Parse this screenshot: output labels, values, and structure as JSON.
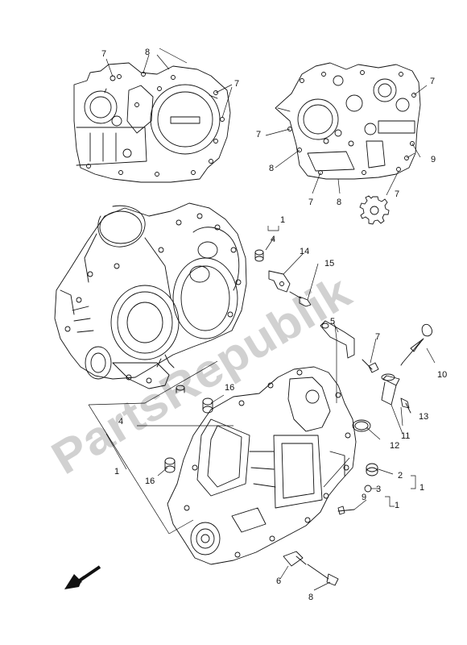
{
  "watermark": "PartsRepublik",
  "callouts": {
    "n1a": "1",
    "n1b": "1",
    "n1c": "1",
    "n1d": "1",
    "n2": "2",
    "n3": "3",
    "n4a": "4",
    "n4b": "4",
    "n5": "5",
    "n6": "6",
    "n7a": "7",
    "n7b": "7",
    "n7c": "7",
    "n7d": "7",
    "n7e": "7",
    "n7f": "7",
    "n7g": "7",
    "n8a": "8",
    "n8b": "8",
    "n8c": "8",
    "n8d": "8",
    "n9a": "9",
    "n9b": "9",
    "n10": "10",
    "n11": "11",
    "n12": "12",
    "n13": "13",
    "n14": "14",
    "n15": "15",
    "n16a": "16",
    "n16b": "16"
  },
  "icons": {
    "gear": "gear-icon",
    "arrow": "front-direction-arrow-icon"
  }
}
